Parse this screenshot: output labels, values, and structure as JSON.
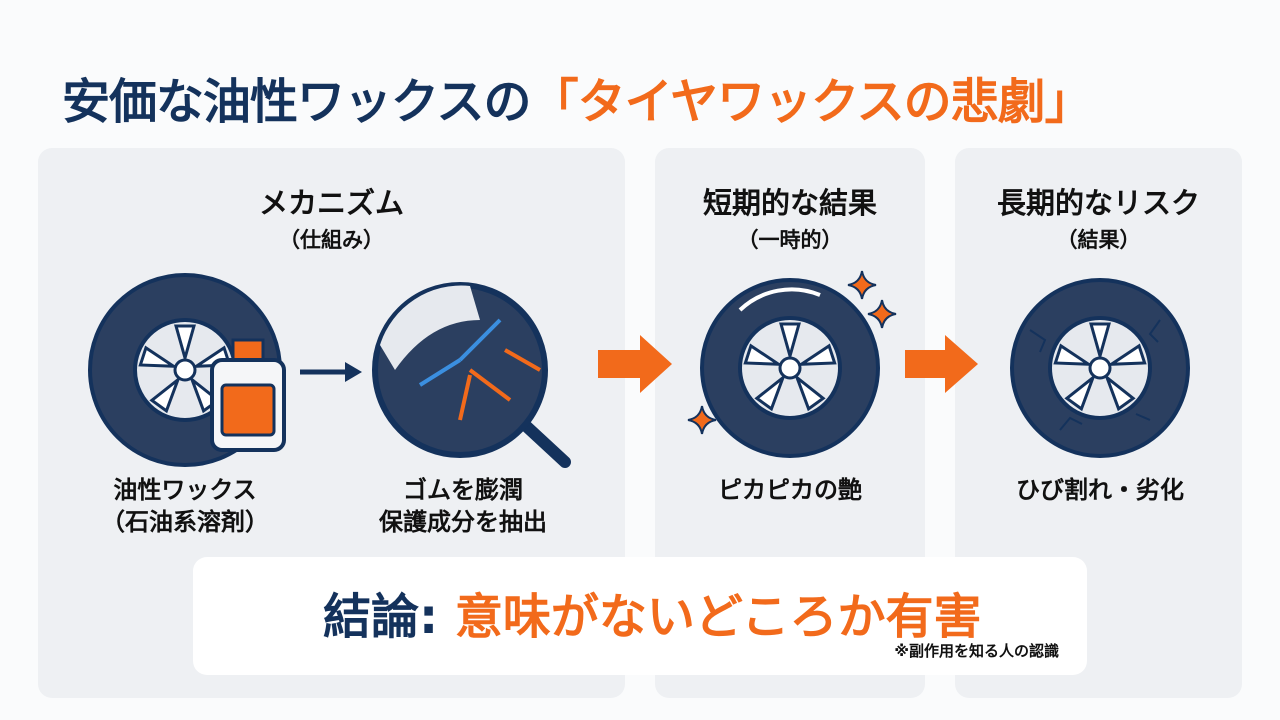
{
  "title": {
    "prefix": "安価な油性ワックスの",
    "highlight": "「タイヤワックスの悲劇」"
  },
  "panels": [
    {
      "heading": "メカニズム",
      "sub": "（仕組み）",
      "labels": [
        [
          "油性ワックス",
          "（石油系溶剤）"
        ],
        [
          "ゴムを膨潤",
          "保護成分を抽出"
        ]
      ]
    },
    {
      "heading": "短期的な結果",
      "sub": "（一時的）",
      "labels": [
        [
          "ピカピカの艶"
        ]
      ]
    },
    {
      "heading": "長期的なリスク",
      "sub": "（結果）",
      "labels": [
        [
          "ひび割れ・劣化"
        ]
      ]
    }
  ],
  "conclusion": {
    "key": "結論:",
    "value": "意味がないどころか有害",
    "note": "※副作用を知る人の認識"
  },
  "colors": {
    "navy": "#14325c",
    "orange": "#f26a1b",
    "panel": "#eef0f3"
  }
}
